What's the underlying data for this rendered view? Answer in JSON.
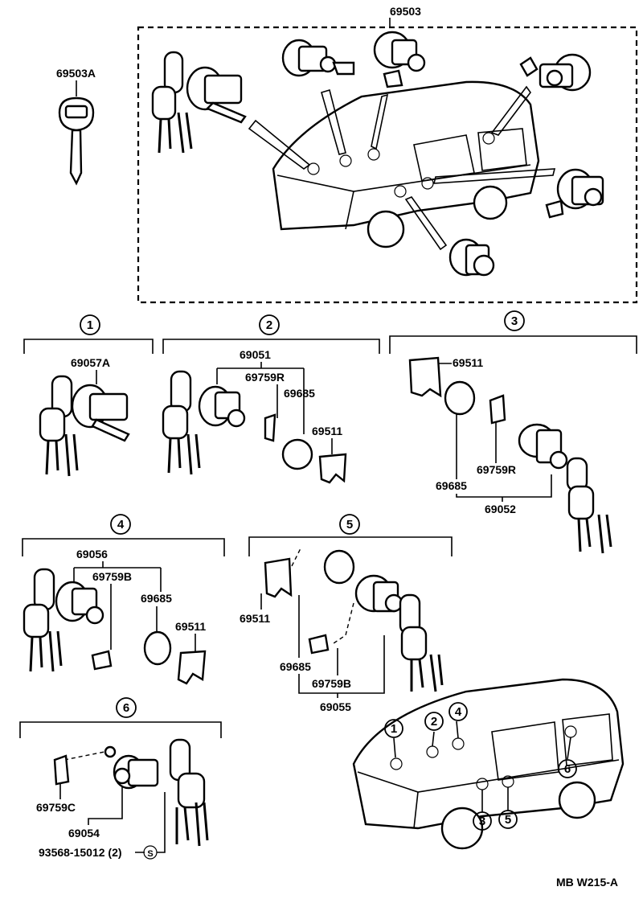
{
  "diagram_code": "MB W215-A",
  "top": {
    "set_part": "69503",
    "key_part": "69503A"
  },
  "groups": [
    {
      "num": "1",
      "parts": [
        "69057A"
      ]
    },
    {
      "num": "2",
      "parts": [
        "69051",
        "69759R",
        "69685",
        "69511"
      ]
    },
    {
      "num": "3",
      "parts": [
        "69511",
        "69685",
        "69759R",
        "69052"
      ]
    },
    {
      "num": "4",
      "parts": [
        "69056",
        "69759B",
        "69685",
        "69511"
      ]
    },
    {
      "num": "5",
      "parts": [
        "69511",
        "69685",
        "69759B",
        "69055"
      ]
    },
    {
      "num": "6",
      "parts": [
        "69759C",
        "69054",
        "93568-15012 (2)"
      ]
    }
  ],
  "screw_symbol": "S",
  "van_callouts": [
    "1",
    "2",
    "4",
    "6",
    "3",
    "5"
  ]
}
